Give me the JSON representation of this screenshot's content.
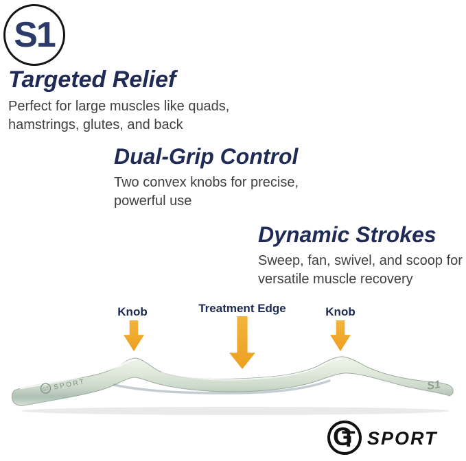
{
  "badge": {
    "label": "S1"
  },
  "sections": [
    {
      "title": "Targeted Relief",
      "desc": "Perfect for large muscles like quads,\nhamstrings, glutes, and back"
    },
    {
      "title": "Dual-Grip Control",
      "desc": "Two convex knobs for precise,\npowerful use"
    },
    {
      "title": "Dynamic Strokes",
      "desc": "Sweep, fan, swivel, and scoop for\nversatile muscle recovery"
    }
  ],
  "callouts": {
    "left_knob": "Knob",
    "center": "Treatment Edge",
    "right_knob": "Knob"
  },
  "tool": {
    "brand_monogram": "GT",
    "brand_text": "SPORT",
    "model": "S1"
  },
  "logo": {
    "monogram_g": "G",
    "monogram_t": "T",
    "wordmark": "SPORT"
  },
  "colors": {
    "heading_navy": "#1f2b54",
    "label_navy": "#1c2a52",
    "body_text": "#3f3f3f",
    "arrow_orange": "#efa223",
    "badge_text_navy": "#2b3a68",
    "logo_black": "#111111",
    "metal_light": "#e7eee3",
    "metal_dark": "#aebfb4"
  }
}
